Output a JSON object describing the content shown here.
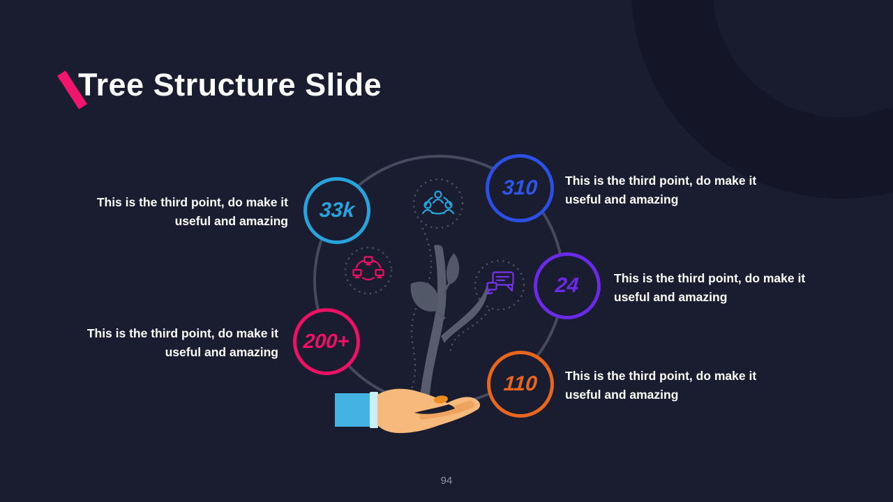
{
  "slide": {
    "title": "Tree Structure Slide",
    "page_number": "94",
    "colors": {
      "background": "#1a1c30",
      "title_text": "#ffffff",
      "title_accent_slash": "#f2156e",
      "main_circle_outline": "#454a5e",
      "dotted_lines": "#4b5064",
      "tree": "#585d6e",
      "hand_skin": "#f7ba7c",
      "hand_shadow": "#eda45f",
      "hand_nail": "#ef8d1f",
      "sleeve": "#44b3e3",
      "sleeve_trim": "#c9f0f9"
    }
  },
  "stats": [
    {
      "id": "33k",
      "value": "33k",
      "color": "#29a3dc",
      "side": "left",
      "description": "This is the third point, do make it useful and amazing"
    },
    {
      "id": "310",
      "value": "310",
      "color": "#2c4fe4",
      "side": "right",
      "description": "This is the third point, do make it useful and amazing"
    },
    {
      "id": "24",
      "value": "24",
      "color": "#6a2ae8",
      "side": "right",
      "description": "This is the third point, do make it useful and amazing"
    },
    {
      "id": "200+",
      "value": "200+",
      "color": "#ee1164",
      "side": "left",
      "description": "This is the third point, do make it useful and amazing"
    },
    {
      "id": "110",
      "value": "110",
      "color": "#e8661d",
      "side": "right",
      "description": "This is the third point, do make it useful and amazing"
    }
  ],
  "icons": [
    {
      "name": "team-icon",
      "color": "#29a3dc"
    },
    {
      "name": "network-computers-icon",
      "color": "#ee1164"
    },
    {
      "name": "chat-bubbles-icon",
      "color": "#7434ee"
    }
  ]
}
